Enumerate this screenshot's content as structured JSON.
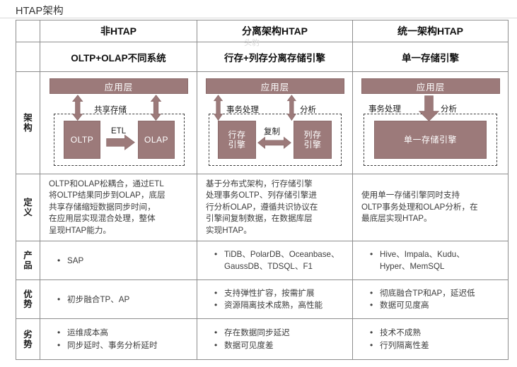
{
  "page": {
    "title": "HTAP架构",
    "watermark": "头豹"
  },
  "colors": {
    "box_fill": "#9c7a7a",
    "box_border": "#8a6a6a",
    "table_border": "#8d8d8d",
    "text": "#3d3d3d"
  },
  "table": {
    "headers_row1": [
      "非HTAP",
      "分离架构HTAP",
      "统一架构HTAP"
    ],
    "headers_row2": [
      "OLTP+OLAP不同系统",
      "行存+列存分离存储引擎",
      "单一存储引擎"
    ],
    "row_labels": {
      "architecture": [
        "架",
        "构"
      ],
      "definition": [
        "定",
        "义"
      ],
      "product": [
        "产",
        "品"
      ],
      "advantage": [
        "优",
        "势"
      ],
      "disadvantage": [
        "劣",
        "势"
      ]
    }
  },
  "diagrams": {
    "col1": {
      "app_layer": "应用层",
      "shared_storage_label": "共享存储",
      "left_engine": "OLTP",
      "right_engine": "OLAP",
      "middle_label": "ETL"
    },
    "col2": {
      "app_layer": "应用层",
      "left_label": "事务处理",
      "right_label": "分析",
      "left_engine": "行存\n引擎",
      "right_engine": "列存\n引擎",
      "middle_label": "复制"
    },
    "col3": {
      "app_layer": "应用层",
      "left_label": "事务处理",
      "right_label": "分析",
      "engine": "单一存储引擎"
    }
  },
  "definitions": [
    "OLTP和OLAP松耦合，通过ETL\n将OLTP结果同步到OLAP，底层\n共享存储缩短数据同步时间，\n在应用层实现混合处理，整体\n呈现HTAP能力。",
    "基于分布式架构，行存储引擎\n处理事务OLTP、列存储引擎进\n行分析OLAP，遵循共识协议在\n引擎间复制数据，在数据库层\n实现HTAP。",
    "使用单一存储引擎同时支持\nOLTP事务处理和OLAP分析，在\n最底层实现HTAP。"
  ],
  "products": [
    [
      "SAP"
    ],
    [
      "TiDB、PolarDB、Oceanbase、\nGaussDB、TDSQL、F1"
    ],
    [
      "Hive、Impala、Kudu、\nHyper、MemSQL"
    ]
  ],
  "advantages": [
    [
      "初步融合TP、AP"
    ],
    [
      "支持弹性扩容，按需扩展",
      "资源隔离技术成熟，高性能"
    ],
    [
      "彻底融合TP和AP，延迟低",
      "数据可见度高"
    ]
  ],
  "disadvantages": [
    [
      "运维成本高",
      "同步延时、事务分析延时"
    ],
    [
      "存在数据同步延迟",
      "数据可见度差"
    ],
    [
      "技术不成熟",
      "行列隔离性差"
    ]
  ]
}
